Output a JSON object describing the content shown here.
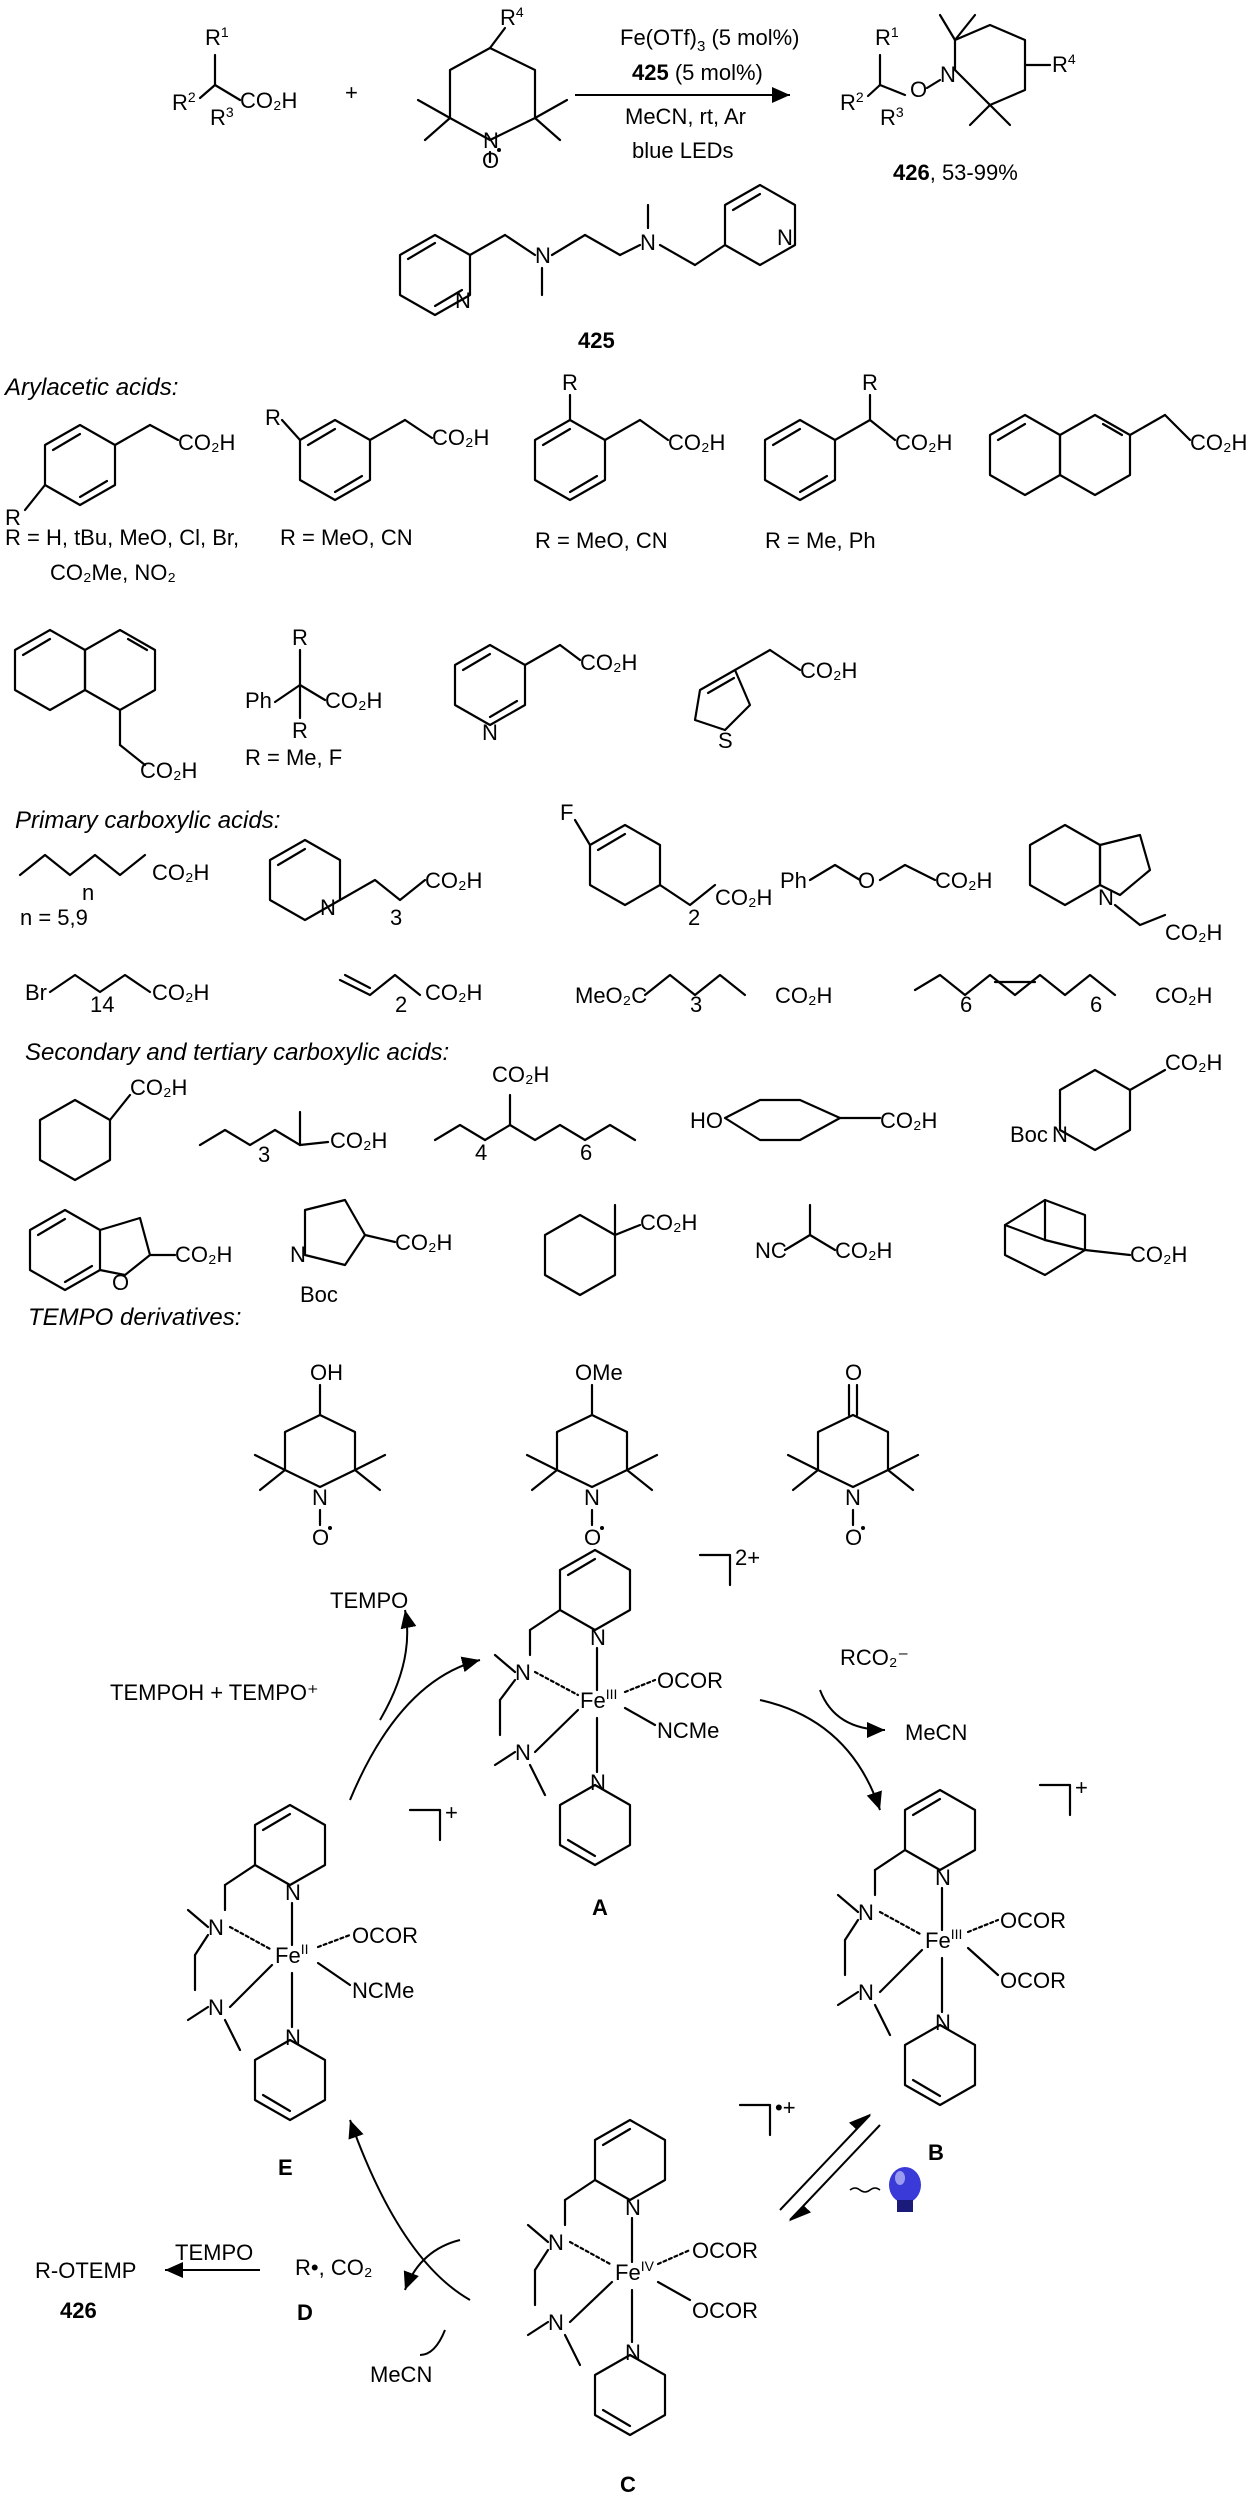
{
  "reaction": {
    "reagent1_text": "Fe(OTf)",
    "reagent1_sub": "3",
    "reagent1_tail": " (5 mol%)",
    "reagent2_bold": "425",
    "reagent2_tail": " (5 mol%)",
    "reagent3": "MeCN, rt, Ar",
    "reagent4": "blue LEDs",
    "acid_label": "CO₂H",
    "product_label_bold": "426",
    "product_label_tail": ", 53-99%",
    "ligand_label": "425",
    "plus": "+"
  },
  "sections": {
    "arylacetic": "Arylacetic acids:",
    "primary": "Primary carboxylic acids:",
    "secondary": "Secondary and tertiary carboxylic acids:",
    "tempo": "TEMPO derivatives:"
  },
  "substituent_notes": {
    "aryl1_line1": "R = H, tBu, MeO, Cl, Br,",
    "aryl1_line2": "CO₂Me, NO₂",
    "aryl2": "R = MeO, CN",
    "aryl3": "R = MeO, CN",
    "aryl4": "R = Me, Ph",
    "aryl6": "R = Me, F",
    "prim1": "n = 5,9"
  },
  "cycle": {
    "A": "A",
    "B": "B",
    "C": "C",
    "D": "D",
    "E": "E",
    "charge_A": "2+",
    "charge_B": "+",
    "charge_C": "•+",
    "charge_E": "+",
    "tempo": "TEMPO",
    "tempoh_plus": "TEMPOH  +  TEMPO⁺",
    "rco2": "RCO₂⁻",
    "mecn_out": "MeCN",
    "mecn_in": "MeCN",
    "radical": "R•, CO₂",
    "product": "R-OTEMP",
    "product_num": "426",
    "tempo_arrow": "TEMPO",
    "fe3": "Fe",
    "fe3_ox": "III",
    "fe4_ox": "IV",
    "fe2_ox": "II",
    "ocor": "OCOR",
    "ncme": "NCMe"
  },
  "colors": {
    "bulb": "#3a3ad8",
    "ink": "#000000"
  }
}
